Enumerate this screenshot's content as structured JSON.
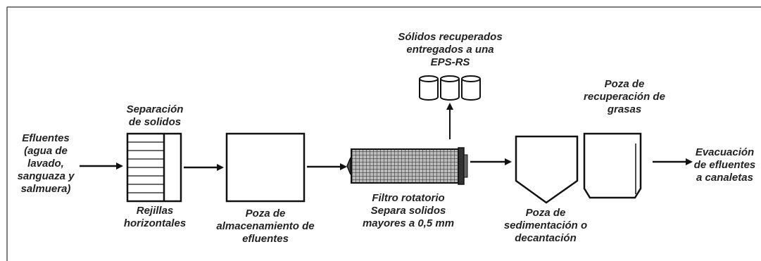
{
  "diagram": {
    "input_label": "Efluentes\n(agua de\nlavado,\nsanguaza y\nsalmuera)",
    "screen_top_label": "Separación\nde solidos",
    "screen_bottom_label": "Rejillas\nhorizontales",
    "storage_label": "Poza de\nalmacenamiento de\nefluentes",
    "filter_label": "Filtro rotatorio\nSepara solidos\nmayores a 0,5 mm",
    "solids_label": "Sólidos recuperados\nentregados a una\nEPS-RS",
    "sedimentation_label": "Poza de\nsedimentación o\ndecantación",
    "grease_label": "Poza de\nrecuperación de\ngrasas",
    "output_label": "Evacuación\nde efluentes\na canaletas"
  }
}
